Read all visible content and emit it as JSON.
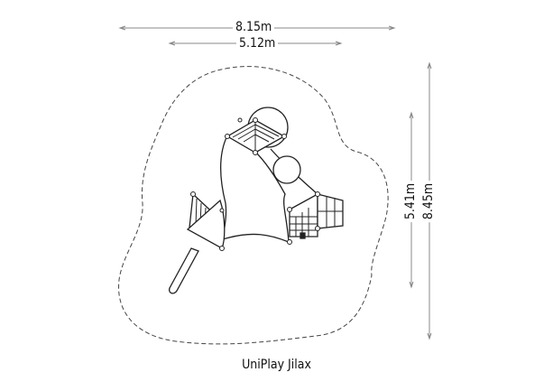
{
  "dimensions": {
    "overall_width": "8.15m",
    "equipment_width": "5.12m",
    "equipment_depth": "5.41m",
    "overall_depth": "8.45m"
  },
  "product_name": "UniPlay Jilax",
  "colors": {
    "line": "#222222",
    "dim_line": "#777777"
  }
}
